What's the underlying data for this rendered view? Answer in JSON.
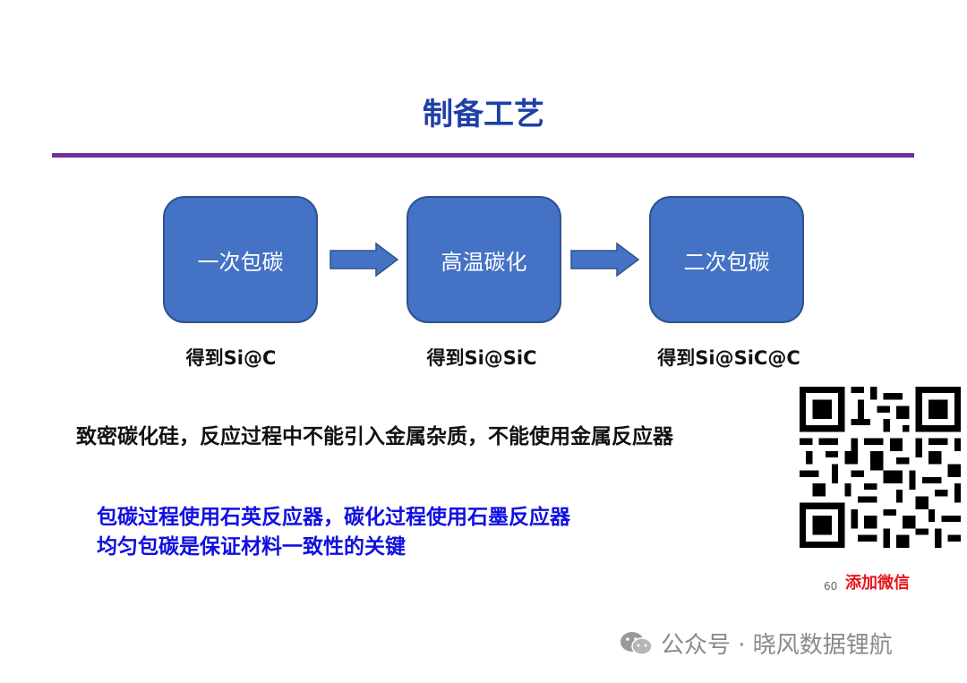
{
  "title": "制备工艺",
  "steps": [
    {
      "label": "一次包碳",
      "result": "得到Si@C"
    },
    {
      "label": "高温碳化",
      "result": "得到Si@SiC"
    },
    {
      "label": "二次包碳",
      "result": "得到Si@SiC@C"
    }
  ],
  "notes": {
    "black": "致密碳化硅，反应过程中不能引入金属杂质，不能使用金属反应器",
    "blue_line1": "包碳过程使用石英反应器，碳化过程使用石墨反应器",
    "blue_line2": "均匀包碳是保证材料一致性的关键"
  },
  "page_number": "60",
  "qr_caption": "添加微信",
  "watermark": "公众号 · 晓风数据锂航",
  "colors": {
    "title": "#1f3fa8",
    "divider": "#7030a0",
    "box_fill": "#4472c4",
    "blue_text": "#1010e0",
    "caption_red": "#e8141b"
  },
  "icons": [
    "wechat-icon",
    "qr-code"
  ]
}
